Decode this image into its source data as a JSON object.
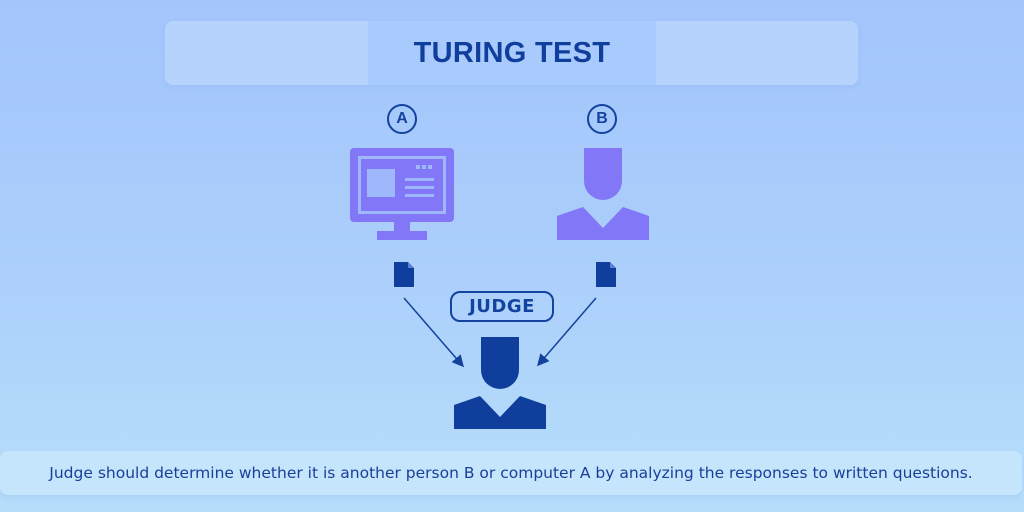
{
  "title": "TURING TEST",
  "participants": {
    "a": {
      "label": "A",
      "icon": "computer-monitor-icon",
      "color": "#8177f7"
    },
    "b": {
      "label": "B",
      "icon": "person-icon",
      "color": "#8177f7"
    }
  },
  "judge": {
    "label": "JUDGE",
    "icon": "person-icon",
    "color": "#0f3e9c"
  },
  "documents": [
    {
      "from": "A",
      "icon": "document-icon",
      "color": "#0f3e9c"
    },
    {
      "from": "B",
      "icon": "document-icon",
      "color": "#0f3e9c"
    }
  ],
  "caption": "Judge should determine whether it is another person B or computer A by analyzing the responses to written questions.",
  "colors": {
    "background_top": "#a3c5fc",
    "background_bottom": "#b6defb",
    "accent_dark": "#0f3e9c",
    "accent_purple": "#8177f7"
  }
}
